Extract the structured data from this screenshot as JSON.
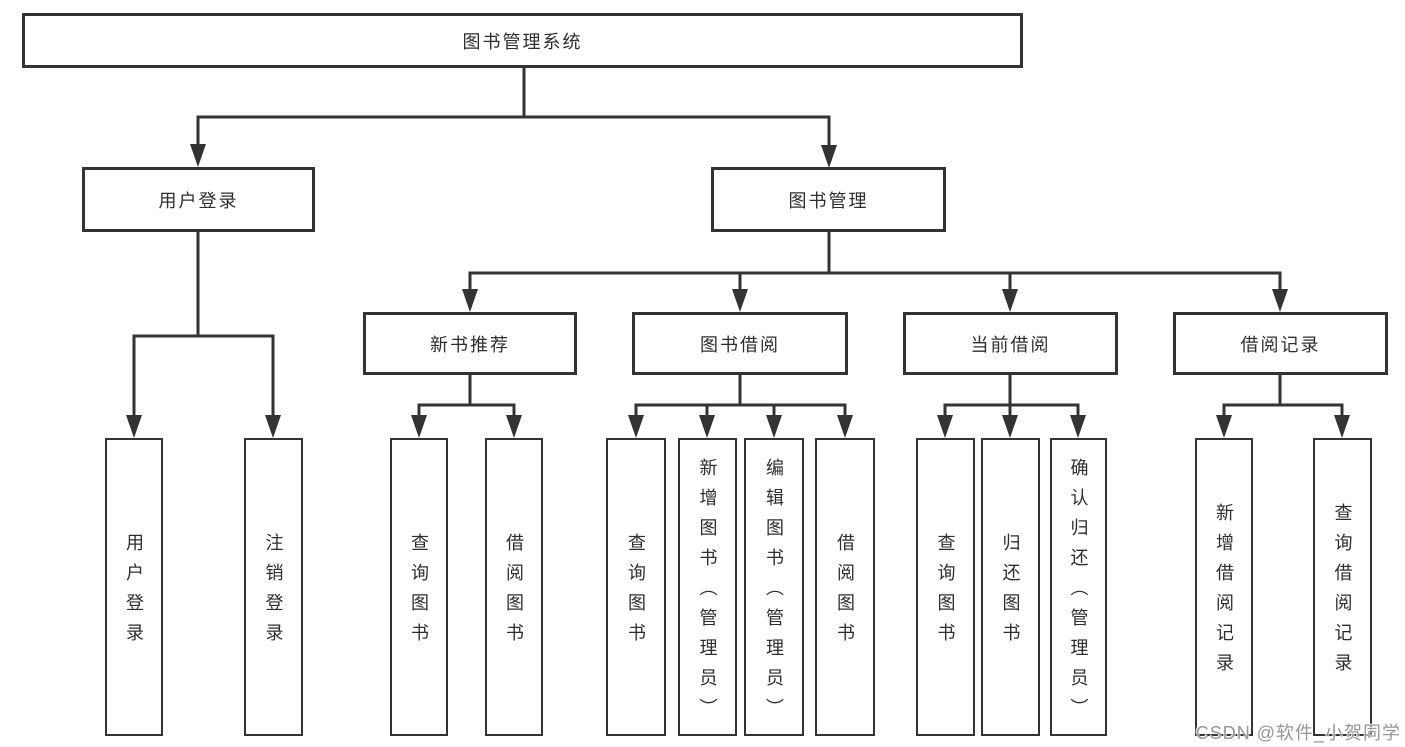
{
  "diagram": {
    "root": {
      "label": "图书管理系统"
    },
    "level2": [
      {
        "label": "用户登录"
      },
      {
        "label": "图书管理"
      }
    ],
    "level3": [
      {
        "label": "新书推荐",
        "parent": "图书管理"
      },
      {
        "label": "图书借阅",
        "parent": "图书管理"
      },
      {
        "label": "当前借阅",
        "parent": "图书管理"
      },
      {
        "label": "借阅记录",
        "parent": "图书管理"
      }
    ],
    "leaves": [
      {
        "label": "用户登录",
        "parent": "用户登录"
      },
      {
        "label": "注销登录",
        "parent": "用户登录"
      },
      {
        "label": "查询图书",
        "parent": "新书推荐"
      },
      {
        "label": "借阅图书",
        "parent": "新书推荐"
      },
      {
        "label": "查询图书",
        "parent": "图书借阅"
      },
      {
        "label": "新增图书（管理员）",
        "parent": "图书借阅"
      },
      {
        "label": "编辑图书（管理员）",
        "parent": "图书借阅"
      },
      {
        "label": "借阅图书",
        "parent": "图书借阅"
      },
      {
        "label": "查询图书",
        "parent": "当前借阅"
      },
      {
        "label": "归还图书",
        "parent": "当前借阅"
      },
      {
        "label": "确认归还（管理员）",
        "parent": "当前借阅"
      },
      {
        "label": "新增借阅记录",
        "parent": "借阅记录"
      },
      {
        "label": "查询借阅记录",
        "parent": "借阅记录"
      }
    ],
    "line_color": "#333333",
    "box_background": "#ffffff"
  },
  "watermark": {
    "text": "CSDN @软件_小贺同学",
    "color": "#969696"
  }
}
